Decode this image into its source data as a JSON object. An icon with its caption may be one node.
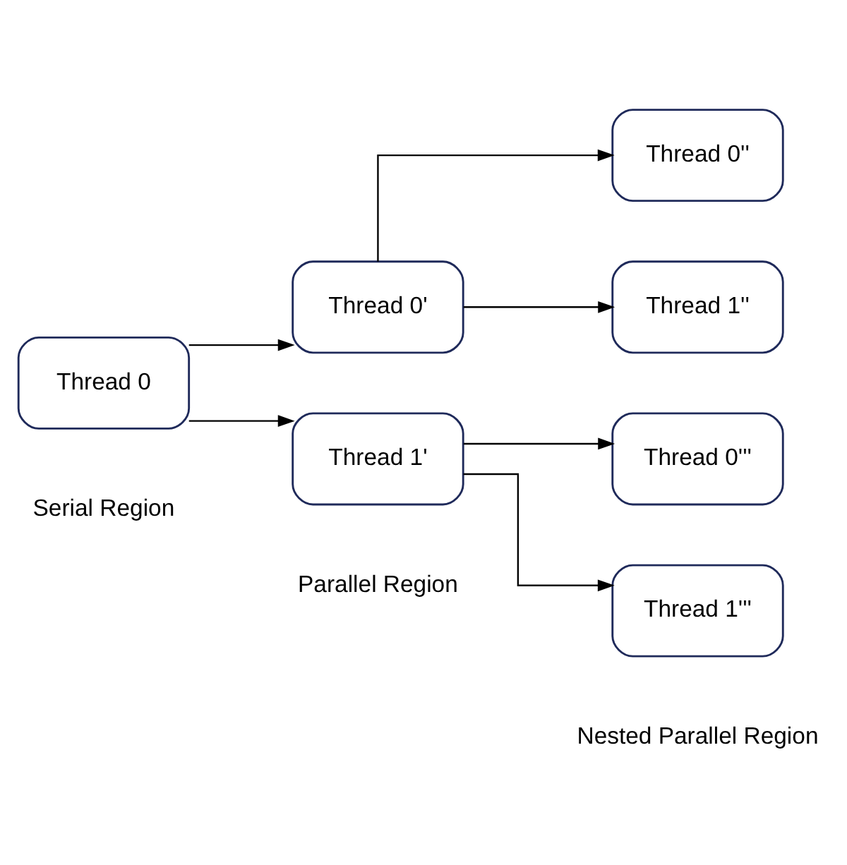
{
  "diagram": {
    "nodes": [
      {
        "text": [
          "Thread 0"
        ]
      },
      {
        "text": [
          "Thread 0'"
        ]
      },
      {
        "text": [
          "Thread 1'"
        ]
      },
      {
        "text": [
          "Thread 0''"
        ]
      },
      {
        "text": [
          "Thread 1''"
        ]
      },
      {
        "text": [
          "Thread 0'''"
        ]
      },
      {
        "text": [
          "Thread 1'''"
        ]
      }
    ],
    "edges": [
      {
        "from": 0,
        "to": 1,
        "arrow": "to"
      },
      {
        "from": 0,
        "to": 2,
        "arrow": "to"
      },
      {
        "from": 1,
        "to": 3,
        "arrow": "to"
      },
      {
        "from": 1,
        "to": 4,
        "arrow": "to"
      },
      {
        "from": 2,
        "to": 5,
        "arrow": "to"
      },
      {
        "from": 2,
        "to": 6,
        "arrow": "to"
      }
    ],
    "labels": [
      "Serial Region",
      "Parallel Region",
      "Nested Parallel Region"
    ]
  }
}
